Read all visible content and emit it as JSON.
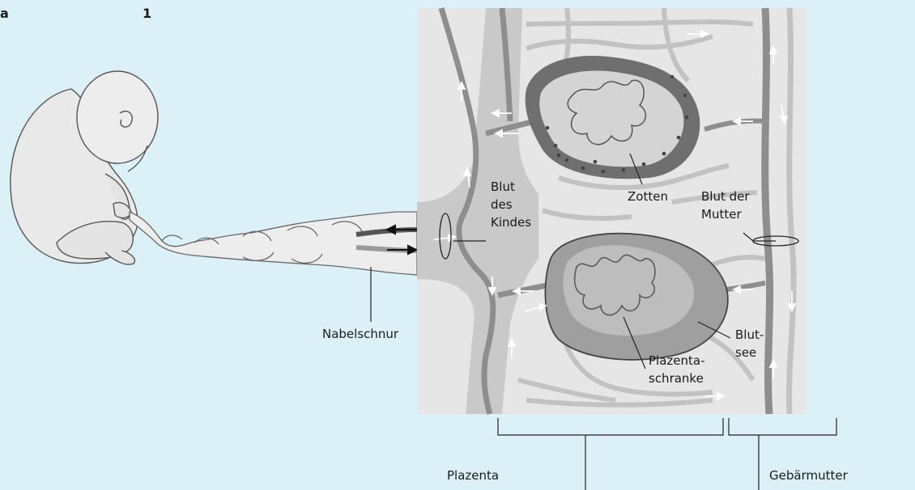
{
  "header": {
    "letter": "a",
    "number": "1"
  },
  "labels": {
    "blut_kind": [
      "Blut",
      "des",
      "Kindes"
    ],
    "zotten": "Zotten",
    "blut_mutter": [
      "Blut der",
      "Mutter"
    ],
    "nabelschnur": "Nabelschnur",
    "blutsee": [
      "Blut-",
      "see"
    ],
    "plazentaschranke": [
      "Plazenta-",
      "schranke"
    ],
    "plazenta": "Plazenta",
    "gebaermutter": "Gebärmutter"
  },
  "colors": {
    "background": "#dcf0f8",
    "panel": "#e6e6e6",
    "vessel_dark": "#8c8c8c",
    "vessel_light": "#c4c4c4",
    "villus_dark": "#707070",
    "villus_light": "#b8b8b8",
    "lake": "#9f9f9f"
  }
}
